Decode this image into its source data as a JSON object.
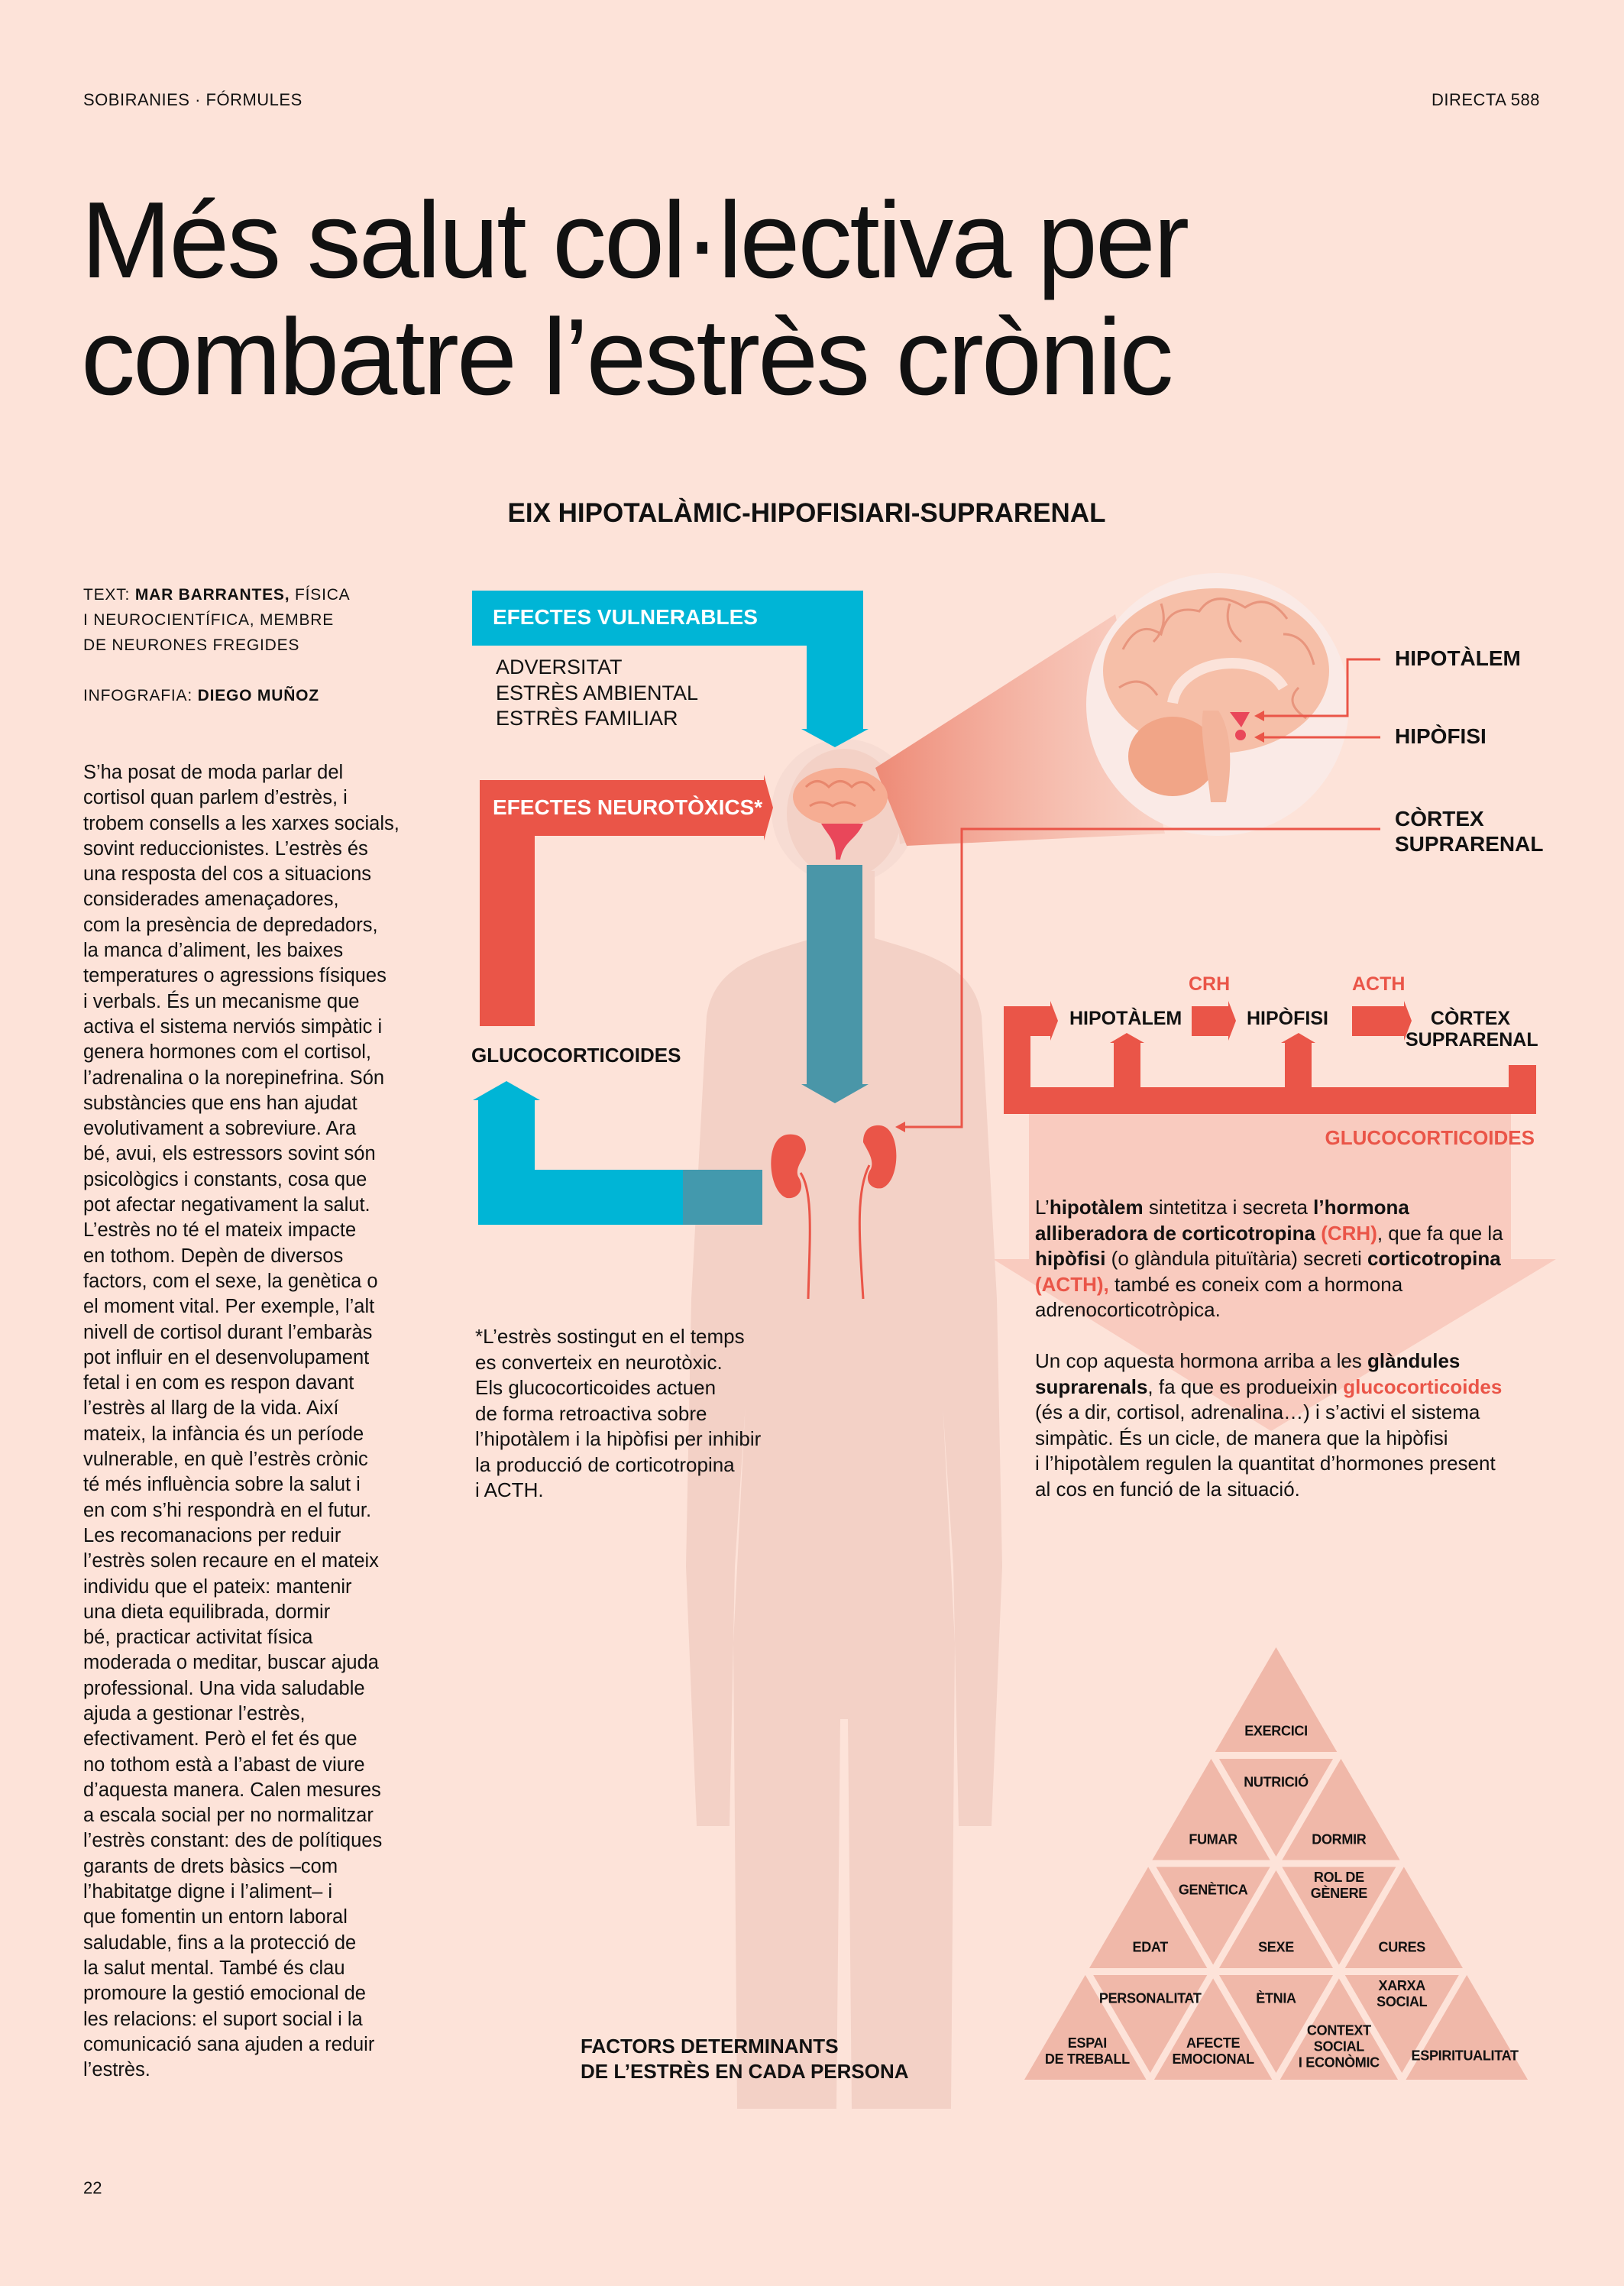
{
  "header": {
    "section": "SOBIRANIES · FÓRMULES",
    "issue": "DIRECTA 588"
  },
  "title": {
    "line1": "Més salut col·lectiva per",
    "line2": "combatre l’estrès crònic"
  },
  "infographic_title": "EIX HIPOTALÀMIC-HIPOFISIARI-SUPRARENAL",
  "credits": {
    "text_label": "TEXT:",
    "author": "MAR BARRANTES,",
    "author_role_1": " FÍSICA",
    "author_role_2": "I NEUROCIENTÍFICA, MEMBRE",
    "author_role_3": "DE NEURONES FREGIDES",
    "infografia_label": "INFOGRAFIA:",
    "infografia_author": "DIEGO MUÑOZ"
  },
  "body_lines": [
    "S’ha posat de moda parlar del",
    "cortisol quan parlem d’estrès, i",
    "trobem consells a les xarxes socials,",
    "sovint reduccionistes. L’estrès és",
    "una resposta del cos a situacions",
    "considerades amenaçadores,",
    "com la presència de depredadors,",
    "la manca d’aliment, les baixes",
    "temperatures o agressions físiques",
    "i verbals. És un mecanisme que",
    "activa el sistema nerviós simpàtic i",
    "genera hormones com el cortisol,",
    "l’adrenalina o la norepinefrina. Són",
    "substàncies que ens han ajudat",
    "evolutivament a sobreviure. Ara",
    "bé, avui, els estressors sovint són",
    "psicològics i constants, cosa que",
    "pot afectar negativament la salut.",
    "L’estrès no té el mateix impacte",
    "en tothom. Depèn de diversos",
    "factors, com el sexe, la genètica o",
    "el moment vital. Per exemple, l’alt",
    "nivell de cortisol durant l’embaràs",
    "pot influir en el desenvolupament",
    "fetal i en com es respon davant",
    "l’estrès al llarg de la vida. Així",
    "mateix, la infància és un període",
    "vulnerable, en què l’estrès crònic",
    "té més influència sobre la salut i",
    "en com s’hi respondrà en el futur.",
    "Les recomanacions per reduir",
    "l’estrès solen recaure en el mateix",
    "individu que el pateix: mantenir",
    "una dieta equilibrada, dormir",
    "bé, practicar activitat física",
    "moderada o meditar, buscar ajuda",
    "professional. Una vida saludable",
    "ajuda a gestionar l’estrès,",
    "efectivament. Però el fet és que",
    "no tothom està a l’abast de viure",
    "d’aquesta manera. Calen mesures",
    "a escala social per no normalitzar",
    "l’estrès constant: des de polítiques",
    "garants de drets bàsics –com",
    "l’habitatge digne i l’aliment– i",
    "que fomentin un entorn laboral",
    "saludable, fins a la protecció de",
    "la salut mental. També és clau",
    "promoure la gestió emocional de",
    "les relacions: el suport social i la",
    "comunicació sana ajuden a reduir",
    "l’estrès."
  ],
  "diagram": {
    "vulnerable_label": "EFECTES VULNERABLES",
    "vulnerable_items": [
      "ADVERSITAT",
      "ESTRÈS AMBIENTAL",
      "ESTRÈS FAMILIAR"
    ],
    "neurotoxic_label": "EFECTES NEUROTÒXICS*",
    "glucocorticoids_label": "GLUCOCORTICOIDES",
    "brain_labels": {
      "hypothalamus": "HIPOTÀLEM",
      "pituitary": "HIPÒFISI",
      "cortex_1": "CÒRTEX",
      "cortex_2": "SUPRARENAL"
    },
    "colors": {
      "cyan": "#00b5d6",
      "red": "#ea5548",
      "teal": "#4a96a8",
      "background": "#fde3d9"
    }
  },
  "flow": {
    "step1": "HIPOTÀLEM",
    "hormone1": "CRH",
    "step2": "HIPÒFISI",
    "hormone2": "ACTH",
    "step3_1": "CÒRTEX",
    "step3_2": "SUPRARENAL",
    "feedback": "GLUCOCORTICOIDES"
  },
  "explanation": [
    [
      [
        "n",
        "L’"
      ],
      [
        "b",
        "hipotàlem"
      ],
      [
        "n",
        " sintetitza i secreta "
      ],
      [
        "b",
        "l’hormona"
      ]
    ],
    [
      [
        "b",
        "alliberadora de corticotropina"
      ],
      [
        "r",
        " (CRH)"
      ],
      [
        "n",
        ", que fa que la"
      ]
    ],
    [
      [
        "b",
        "hipòfisi"
      ],
      [
        "n",
        " (o glàndula pituïtària) secreti "
      ],
      [
        "b",
        "corticotropina"
      ]
    ],
    [
      [
        "r",
        "(ACTH),"
      ],
      [
        "n",
        " també es coneix com a hormona"
      ]
    ],
    [
      [
        "n",
        "adrenocorticotròpica."
      ]
    ],
    [],
    [
      [
        "n",
        "Un cop aquesta hormona arriba a les "
      ],
      [
        "b",
        "glàndules"
      ]
    ],
    [
      [
        "b",
        "suprarenals"
      ],
      [
        "n",
        ", fa que es produeixin "
      ],
      [
        "r",
        "glucocorticoides"
      ]
    ],
    [
      [
        "n",
        "(és a dir, cortisol, adrenalina…) i s’activi el sistema"
      ]
    ],
    [
      [
        "n",
        "simpàtic. És un cicle, de manera que la hipòfisi"
      ]
    ],
    [
      [
        "n",
        "i l’hipotàlem regulen la quantitat d’hormones present"
      ]
    ],
    [
      [
        "n",
        "al cos en funció de la situació."
      ]
    ]
  ],
  "footnote": [
    "*L’estrès sostingut en el temps",
    "es converteix en neurotòxic.",
    "Els glucocorticoides actuen",
    "de forma retroactiva sobre",
    "l’hipotàlem i la hipòfisi per inhibir",
    "la producció de corticotropina",
    "i ACTH."
  ],
  "pyramid": {
    "title_1": "FACTORS DETERMINANTS",
    "title_2": "DE L’ESTRÈS EN CADA PERSONA",
    "rows": [
      {
        "up": [
          "EXERCICI"
        ],
        "down": []
      },
      {
        "up": [
          "FUMAR",
          "DORMIR"
        ],
        "down": [
          "NUTRICIÓ"
        ]
      },
      {
        "up": [
          "EDAT",
          "SEXE",
          "CURES"
        ],
        "down": [
          "GENÈTICA",
          "ROL DE\nGÈNERE"
        ]
      },
      {
        "up": [
          "ESPAI\nDE TREBALL",
          "AFECTE\nEMOCIONAL",
          "CONTEXT\nSOCIAL\nI ECONÒMIC",
          "ESPIRITUALITAT"
        ],
        "down": [
          "PERSONALITAT",
          "ÈTNIA",
          "XARXA\nSOCIAL"
        ]
      }
    ]
  },
  "page_number": "22"
}
